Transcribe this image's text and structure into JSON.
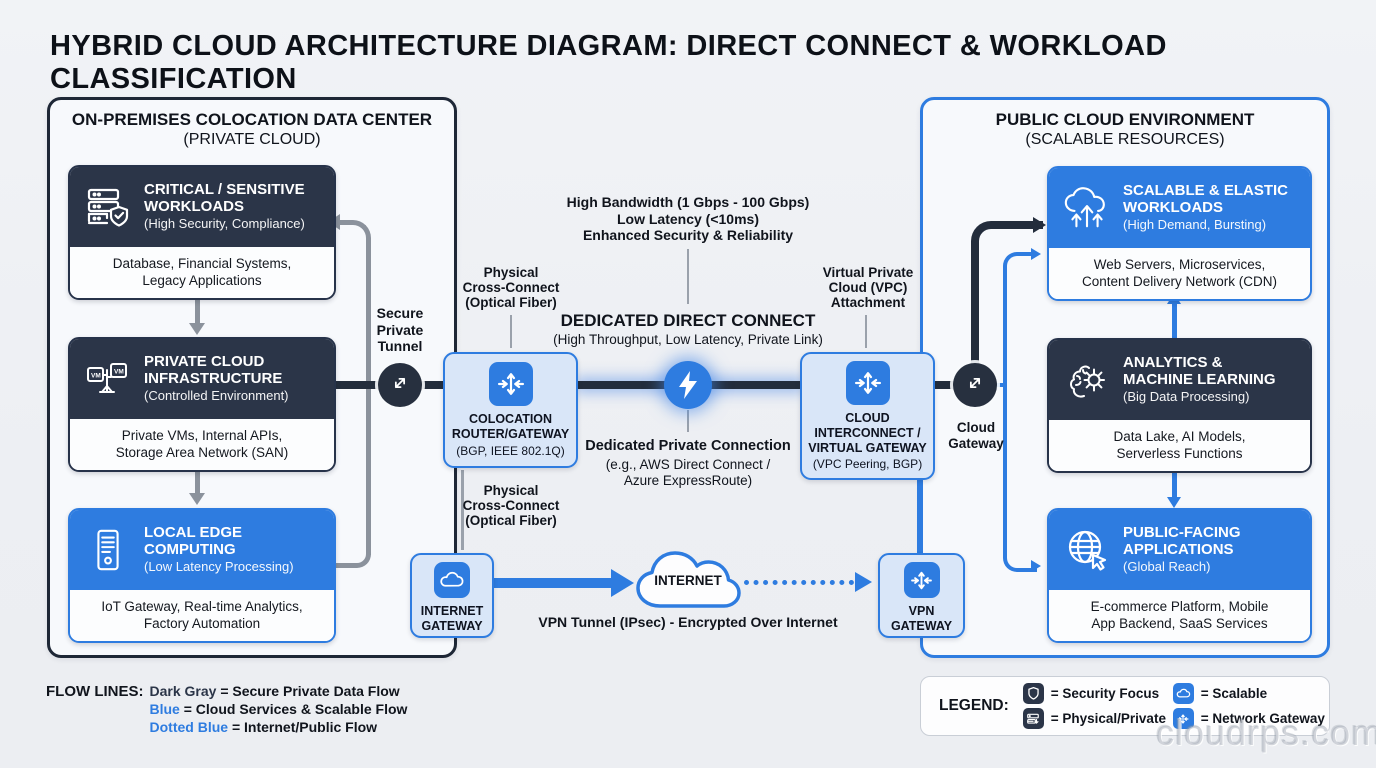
{
  "title": "HYBRID CLOUD ARCHITECTURE DIAGRAM: DIRECT CONNECT & WORKLOAD CLASSIFICATION",
  "colors": {
    "dark": "#2b3548",
    "blue": "#2e7ce0",
    "gray": "#8b929c"
  },
  "left_panel": {
    "title": "ON-PREMISES COLOCATION DATA CENTER",
    "subtitle": "(PRIVATE CLOUD)",
    "boxes": [
      {
        "title": "CRITICAL / SENSITIVE\nWORKLOADS",
        "subtitle": "(High Security, Compliance)",
        "body": "Database, Financial Systems,\nLegacy Applications",
        "icon": "server-shield-icon",
        "tone": "dark"
      },
      {
        "title": "PRIVATE CLOUD\nINFRASTRUCTURE",
        "subtitle": "(Controlled Environment)",
        "body": "Private VMs, Internal APIs,\nStorage Area Network (SAN)",
        "icon": "vm-network-icon",
        "tone": "dark"
      },
      {
        "title": "LOCAL EDGE\nCOMPUTING",
        "subtitle": "(Low Latency Processing)",
        "body": "IoT Gateway, Real-time Analytics,\nFactory Automation",
        "icon": "edge-server-icon",
        "tone": "blue"
      }
    ]
  },
  "right_panel": {
    "title": "PUBLIC CLOUD ENVIRONMENT",
    "subtitle": "(SCALABLE RESOURCES)",
    "boxes": [
      {
        "title": "SCALABLE & ELASTIC\nWORKLOADS",
        "subtitle": "(High Demand, Bursting)",
        "body": "Web Servers, Microservices,\nContent Delivery Network (CDN)",
        "icon": "cloud-scale-icon",
        "tone": "blue"
      },
      {
        "title": "ANALYTICS &\nMACHINE LEARNING",
        "subtitle": "(Big Data Processing)",
        "body": "Data Lake, AI Models,\nServerless Functions",
        "icon": "brain-gear-icon",
        "tone": "dark"
      },
      {
        "title": "PUBLIC-FACING\nAPPLICATIONS",
        "subtitle": "(Global Reach)",
        "body": "E-commerce Platform, Mobile\nApp Backend, SaaS Services",
        "icon": "globe-cursor-icon",
        "tone": "blue"
      }
    ]
  },
  "gateways": {
    "colocation": {
      "title": "COLOCATION\nROUTER/GATEWAY",
      "subtitle": "(BGP, IEEE 802.1Q)",
      "icon": "router-icon"
    },
    "interconnect": {
      "title": "CLOUD\nINTERCONNECT /\nVIRTUAL GATEWAY",
      "subtitle": "(VPC Peering, BGP)",
      "icon": "router-icon"
    },
    "internet_gateway": {
      "title": "INTERNET\nGATEWAY",
      "icon": "cloud-icon"
    },
    "vpn_gateway": {
      "title": "VPN\nGATEWAY",
      "icon": "router-icon"
    },
    "internet_cloud": {
      "title": "INTERNET"
    }
  },
  "labels": {
    "secure_tunnel": "Secure\nPrivate\nTunnel",
    "cloud_gateway": "Cloud\nGateway",
    "bandwidth": "High Bandwidth (1 Gbps - 100 Gbps)\nLow Latency (<10ms)\nEnhanced Security & Reliability",
    "direct_connect_title": "DEDICATED DIRECT CONNECT",
    "direct_connect_sub": "(High Throughput, Low Latency, Private Link)",
    "physical_cross_top": "Physical\nCross-Connect\n(Optical Fiber)",
    "physical_cross_bottom": "Physical\nCross-Connect\n(Optical Fiber)",
    "vpc_attachment": "Virtual Private\nCloud (VPC)\nAttachment",
    "dedicated_private_title": "Dedicated Private Connection",
    "dedicated_private_sub": "(e.g., AWS Direct Connect /\nAzure ExpressRoute)",
    "vpn_tunnel": "VPN Tunnel (IPsec) - Encrypted Over Internet"
  },
  "flow_legend": {
    "heading": "FLOW LINES:",
    "items": [
      {
        "label": "Dark Gray",
        "rest": "= Secure Private Data Flow",
        "color": "#2b3548"
      },
      {
        "label": "Blue",
        "rest": "= Cloud Services & Scalable Flow",
        "color": "#2e7ce0"
      },
      {
        "label": "Dotted Blue",
        "rest": "= Internet/Public Flow",
        "color": "#2e7ce0"
      }
    ]
  },
  "legend": {
    "heading": "LEGEND:",
    "items": [
      {
        "icon": "shield-icon",
        "text": "= Security Focus",
        "tone": "dark"
      },
      {
        "icon": "server-icon",
        "text": "= Physical/Private",
        "tone": "dark"
      },
      {
        "icon": "cloud-icon",
        "text": "= Scalable",
        "tone": "blue"
      },
      {
        "icon": "router-icon",
        "text": "= Network Gateway",
        "tone": "blue"
      }
    ]
  },
  "watermark": "cloudrps.com"
}
